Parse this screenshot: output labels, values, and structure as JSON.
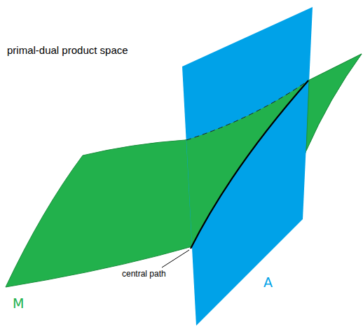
{
  "diagram": {
    "title": "primal-dual product space",
    "labels": [
      "central path",
      "M",
      "A"
    ]
  }
}
